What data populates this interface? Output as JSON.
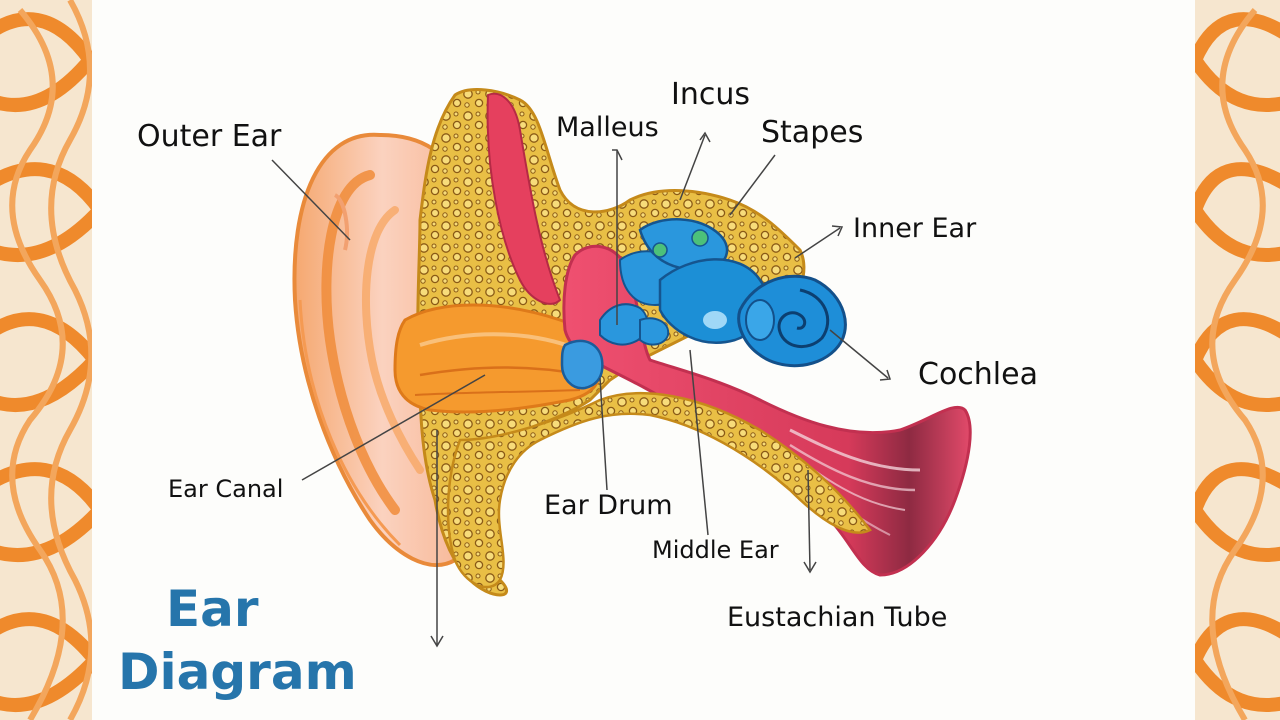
{
  "labels": {
    "outer_ear": "Outer Ear",
    "malleus": "Malleus",
    "incus": "Incus",
    "stapes": "Stapes",
    "inner_ear": "Inner Ear",
    "cochlea": "Cochlea",
    "ear_canal": "Ear Canal",
    "ear_drum": "Ear Drum",
    "middle_ear": "Middle Ear",
    "eustachian_tube": "Eustachian Tube"
  },
  "title": {
    "line1": "Ear",
    "line2": "Diagram"
  },
  "colors": {
    "title": "#2675ab",
    "border_orange": "#f08a2a",
    "ear_skin": "#f7b08a",
    "bone": "#e6b43a",
    "canal_orange": "#f59a2e",
    "middle_ear_red": "#ea4a6a",
    "ossicle_blue": "#1c8fd6"
  }
}
